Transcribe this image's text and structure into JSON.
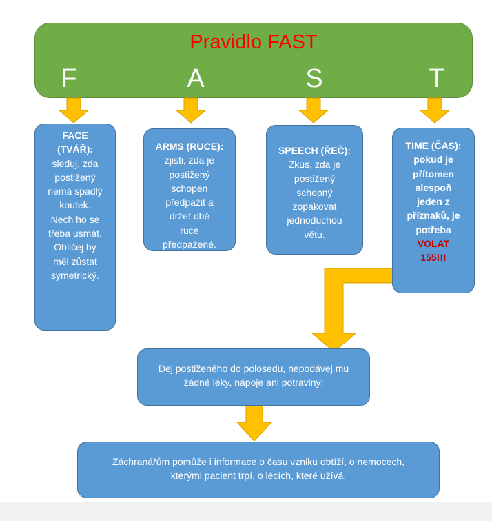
{
  "banner": {
    "title": "Pravidlo FAST",
    "letters": [
      "F",
      "A",
      "S",
      "T"
    ]
  },
  "boxes": {
    "face": {
      "heading": "FACE (TVÁŘ):",
      "text": "sleduj, zda postižený nemá spadlý koutek. Nech ho se třeba usmát. Obličej by měl zůstat symetrický."
    },
    "arms": {
      "heading": "ARMS (RUCE):",
      "text": "zjisti, zda je postižený schopen předpažit a držet obě ruce předpažené."
    },
    "speech": {
      "heading": "SPEECH (ŘEČ):",
      "text": "Zkus, zda je postižený schopný zopakovat jednoduchou větu."
    },
    "time": {
      "heading": "TIME (ČAS):",
      "text": "pokud je přítomen alespoň jeden z příznaků, je potřeba",
      "call": "VOLAT 155!!!"
    }
  },
  "instruction": "Dej postiženého do polosedu, nepodávej mu žádné léky, nápoje ani potraviny!",
  "info": "Záchranářům pomůže i informace o času vzniku obtíží, o nemocech, kterými pacient trpí, o lécích, které užívá.",
  "colors": {
    "banner": "#70ad47",
    "title": "#ff0000",
    "box": "#5b9bd5",
    "arrow": "#ffc000",
    "call": "#c00000"
  }
}
